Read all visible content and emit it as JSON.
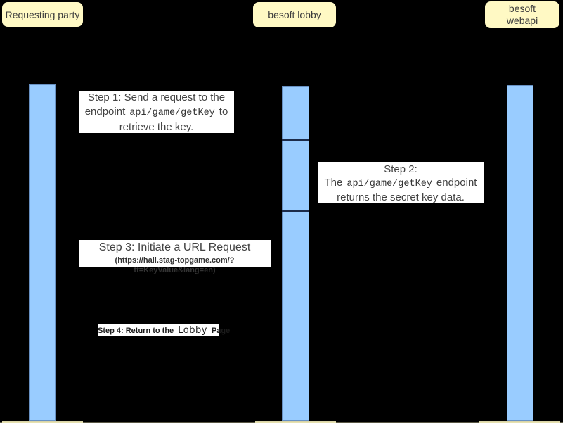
{
  "diagram": {
    "type": "sequence-diagram",
    "background": "#000000"
  },
  "colors": {
    "actor_fill": "#FFF9C4",
    "activation_fill": "#99CCFF",
    "activation_divider": "#1c2b4a",
    "label_bg": "#FFFFFF",
    "label_text": "#424242"
  },
  "actors": {
    "requesting_party": {
      "label": "Requesting party"
    },
    "besoft_lobby": {
      "label": "besoft lobby"
    },
    "besoft_webapi": {
      "line1": "besoft",
      "line2": "webapi"
    }
  },
  "labels": {
    "step1": {
      "line1": "Step 1: Send a request to the",
      "line2_pre": "endpoint",
      "code": "api/game/getKey",
      "line2_post": "to",
      "line3": "retrieve the key."
    },
    "step2": {
      "line1": "Step 2:",
      "line2_pre": "The",
      "code": "api/game/getKey",
      "line2_post": "endpoint",
      "line3": "returns the secret key data."
    },
    "step3": {
      "line1": "Step 3: Initiate a URL Request",
      "line2": "(https://hall.stag-topgame.com/?tt=KeyValue&lang=en)"
    },
    "step4": {
      "pre": "Step 4: Return to the",
      "lobby": "Lobby",
      "post": "Page"
    }
  }
}
